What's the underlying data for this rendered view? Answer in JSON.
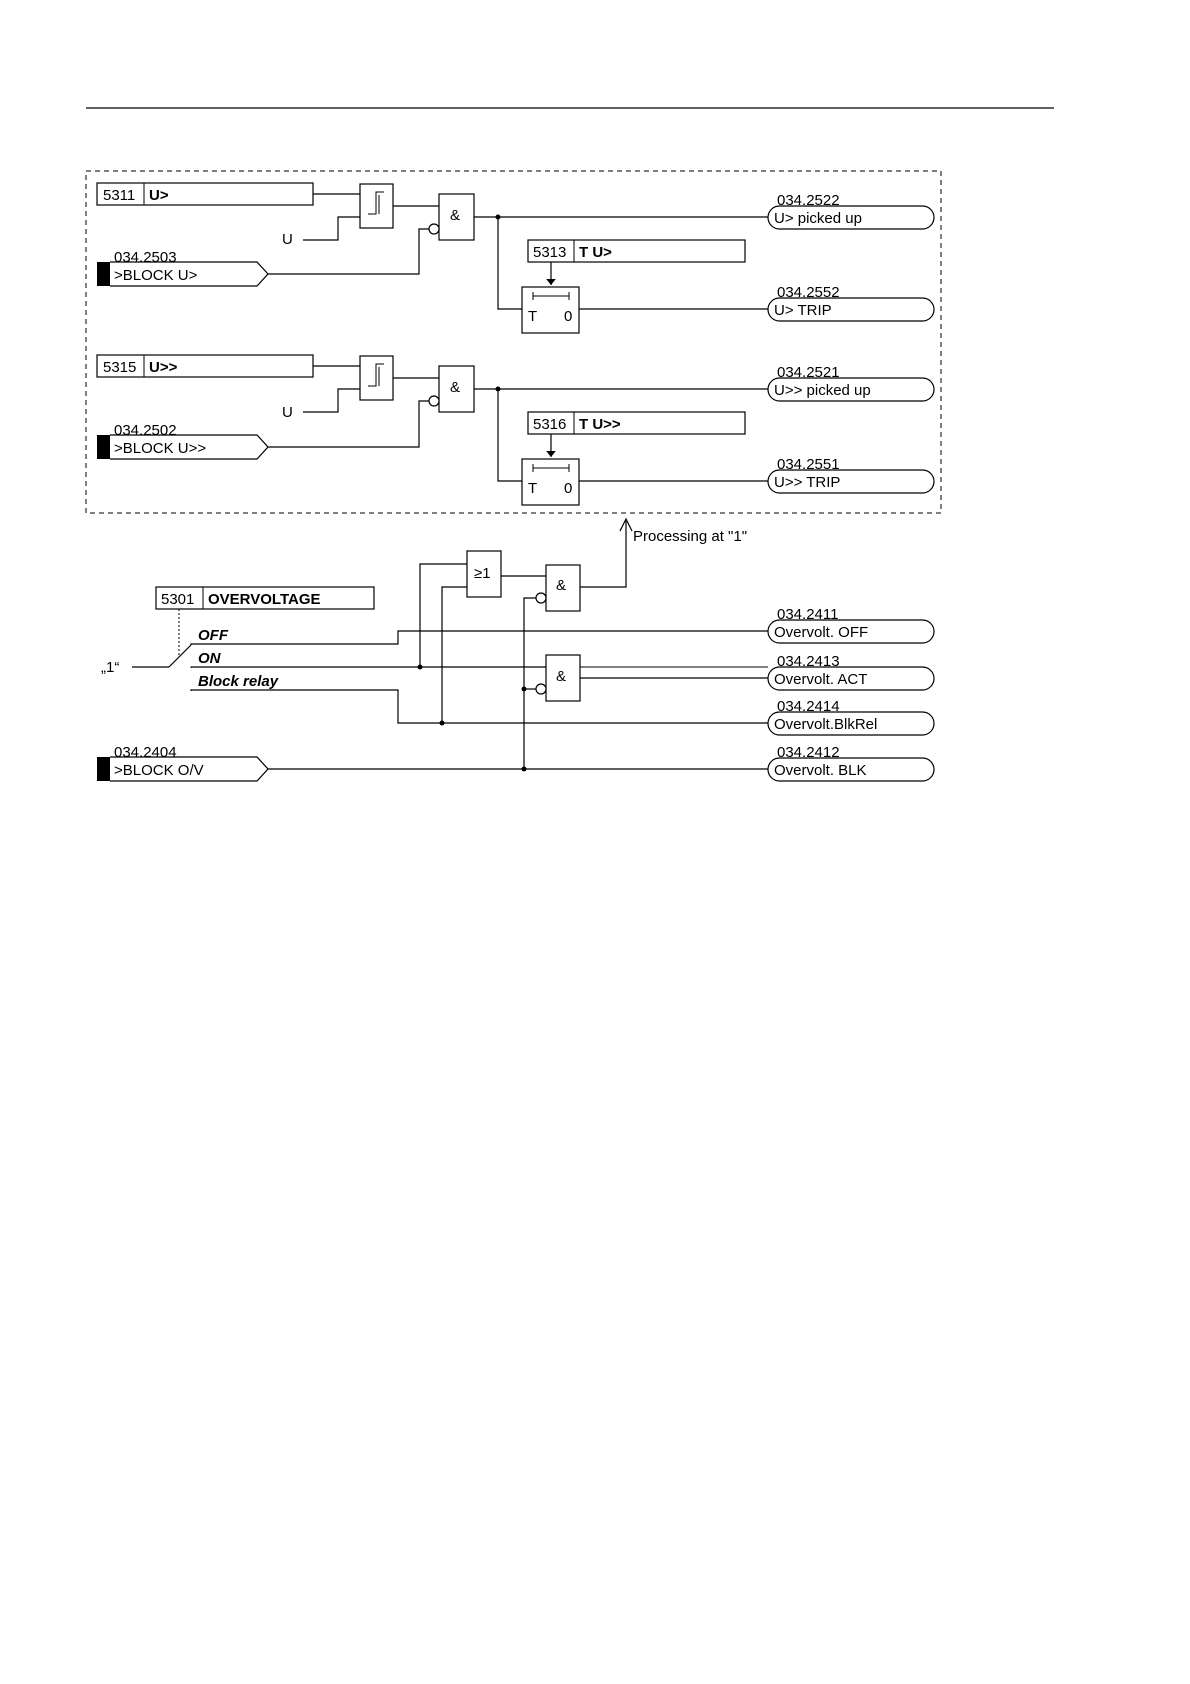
{
  "groups": {
    "uhigh": {
      "param": {
        "num": "5311",
        "name": "U>"
      },
      "measurand": "U",
      "block_input": {
        "id": "034.2503",
        "label": ">BLOCK U>"
      },
      "and_label": "&",
      "timer": {
        "num": "5313",
        "name": "T U>",
        "t": "T",
        "zero": "0"
      },
      "pickup_out": {
        "id": "034.2522",
        "label": "U> picked up"
      },
      "trip_out": {
        "id": "034.2552",
        "label": "U> TRIP"
      }
    },
    "uhighhigh": {
      "param": {
        "num": "5315",
        "name": "U>>"
      },
      "measurand": "U",
      "block_input": {
        "id": "034.2502",
        "label": ">BLOCK U>>"
      },
      "and_label": "&",
      "timer": {
        "num": "5316",
        "name": "T U>>",
        "t": "T",
        "zero": "0"
      },
      "pickup_out": {
        "id": "034.2521",
        "label": "U>> picked up"
      },
      "trip_out": {
        "id": "034.2551",
        "label": "U>> TRIP"
      }
    }
  },
  "processing": "Processing at \"1\"",
  "control": {
    "param": {
      "num": "5301",
      "name": "OVERVOLTAGE"
    },
    "switch_input": "„1“",
    "options": [
      "OFF",
      "ON",
      "Block relay"
    ],
    "or_label": "≥1",
    "and1_label": "&",
    "and2_label": "&"
  },
  "block_ov": {
    "id": "034.2404",
    "label": ">BLOCK O/V"
  },
  "outputs": {
    "off": {
      "id": "034.2411",
      "label": "Overvolt. OFF"
    },
    "act": {
      "id": "034.2413",
      "label": "Overvolt. ACT"
    },
    "blkrel": {
      "id": "034.2414",
      "label": "Overvolt.BlkRel"
    },
    "blk": {
      "id": "034.2412",
      "label": "Overvolt. BLK"
    }
  }
}
